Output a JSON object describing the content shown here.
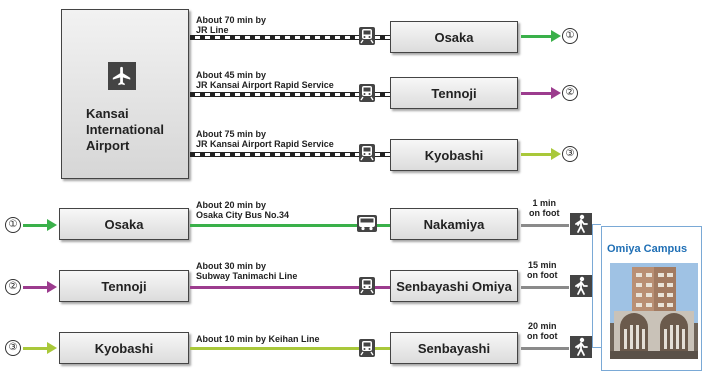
{
  "colors": {
    "green": "#3ab04a",
    "purple": "#9c3c8e",
    "lime": "#a9c83a",
    "gray": "#8a8a8a",
    "campus_blue": "#1f6fb5"
  },
  "airport": {
    "name": "Kansai International Airport",
    "icon": "airplane-icon"
  },
  "airport_routes": [
    {
      "note_line1": "About 70 min by",
      "note_line2": "JR Line",
      "destination": "Osaka",
      "marker": "①",
      "color": "#3ab04a",
      "icon": "train-icon"
    },
    {
      "note_line1": "About 45 min by",
      "note_line2": "JR Kansai Airport Rapid Service",
      "destination": "Tennoji",
      "marker": "②",
      "color": "#9c3c8e",
      "icon": "train-icon"
    },
    {
      "note_line1": "About 75 min by",
      "note_line2": "JR Kansai Airport Rapid Service",
      "destination": "Kyobashi",
      "marker": "③",
      "color": "#a9c83a",
      "icon": "train-icon"
    }
  ],
  "campus_routes": [
    {
      "marker": "①",
      "origin": "Osaka",
      "note_line1": "About 20 min by",
      "note_line2": "Osaka City Bus No.34",
      "icon": "bus-icon",
      "stop": "Nakamiya",
      "walk_line1": "1 min",
      "walk_line2": "on foot",
      "color": "#3ab04a"
    },
    {
      "marker": "②",
      "origin": "Tennoji",
      "note_line1": "About 30 min by",
      "note_line2": "Subway Tanimachi Line",
      "icon": "train-icon",
      "stop": "Senbayashi Omiya",
      "walk_line1": "15 min",
      "walk_line2": "on foot",
      "color": "#9c3c8e"
    },
    {
      "marker": "③",
      "origin": "Kyobashi",
      "note_line1": "About 10 min by Keihan Line",
      "note_line2": "",
      "icon": "train-icon",
      "stop": "Senbayashi",
      "walk_line1": "20 min",
      "walk_line2": "on foot",
      "color": "#a9c83a"
    }
  ],
  "campus": {
    "title": "Omiya Campus",
    "icon": "walking-person-icon"
  }
}
